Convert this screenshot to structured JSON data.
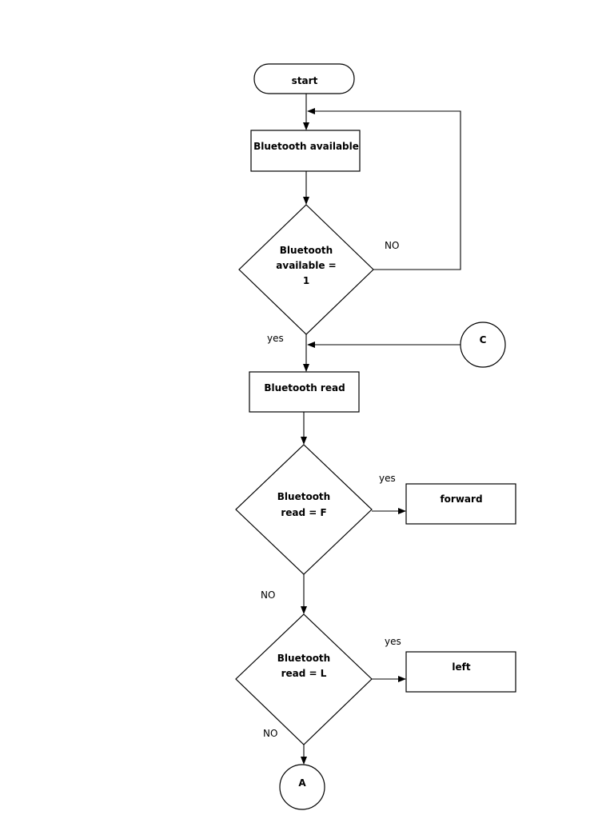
{
  "nodes": {
    "start": "start",
    "bt_available": "Bluetooth available",
    "dec1": [
      "Bluetooth",
      "available =",
      "1"
    ],
    "connector_c": "C",
    "bt_read": "Bluetooth read",
    "dec2": [
      "Bluetooth",
      "read = F"
    ],
    "forward": "forward",
    "dec3": [
      "Bluetooth",
      "read = L"
    ],
    "left": "left",
    "connector_a": "A"
  },
  "edge_labels": {
    "dec1_no": "NO",
    "dec1_yes": "yes",
    "dec2_yes": "yes",
    "dec2_no": "NO",
    "dec3_yes": "yes",
    "dec3_no": "NO"
  }
}
